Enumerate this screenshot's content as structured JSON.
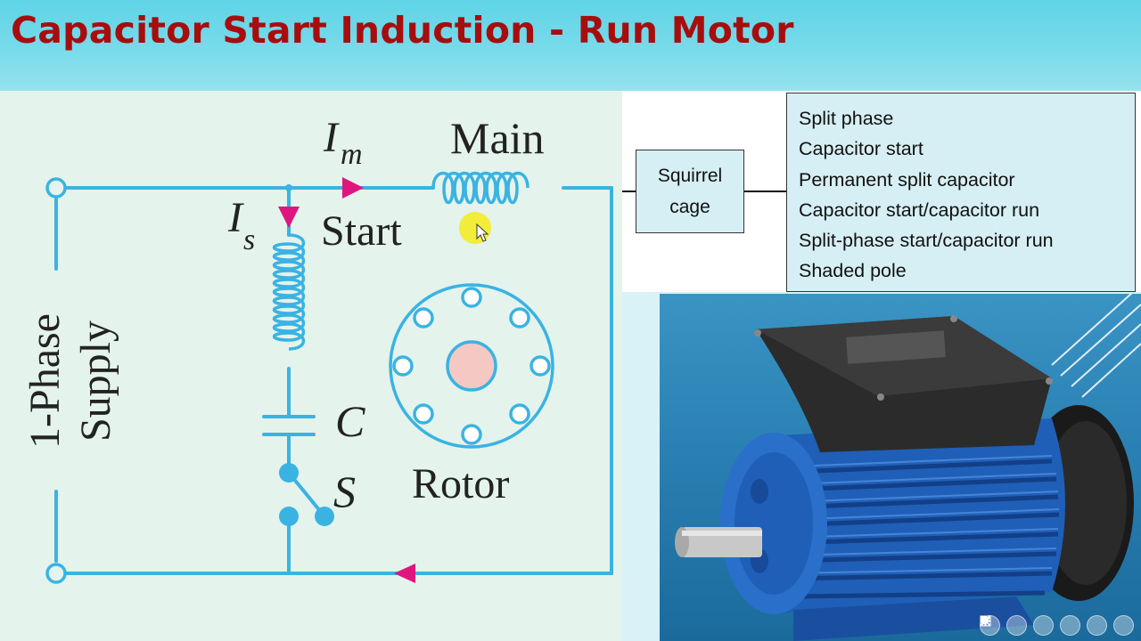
{
  "slide": {
    "title": "Capacitor Start Induction - Run Motor"
  },
  "circuit": {
    "supply_label_line1": "1-Phase",
    "supply_label_line2": "Supply",
    "main_winding_label": "Main",
    "main_current_symbol": "I",
    "main_current_subscript": "m",
    "start_current_symbol": "I",
    "start_current_subscript": "s",
    "start_winding_label": "Start",
    "capacitor_label": "C",
    "switch_label": "S",
    "rotor_label": "Rotor",
    "colors": {
      "wire": "#3ab3e2",
      "arrow": "#e0167f",
      "rotor_core": "#f6c8c4",
      "cursor": "#f2ec25"
    }
  },
  "classification": {
    "root_label_line1": "Squirrel",
    "root_label_line2": "cage",
    "types": [
      "Split phase",
      "Capacitor start",
      "Permanent split capacitor",
      "Capacitor start/capacitor run",
      "Split-phase start/capacitor run",
      "Shaded pole"
    ]
  },
  "photo": {
    "subject": "single-phase induction motor",
    "colors": {
      "body": "#1f5fb8",
      "terminal_box": "#2b2b2b",
      "shaft": "#c8c8c8"
    }
  },
  "slideshow_controls": {
    "icons": [
      "menu-icon",
      "zoom-icon",
      "slides-icon",
      "pen-icon",
      "previous-icon",
      "next-icon"
    ]
  }
}
